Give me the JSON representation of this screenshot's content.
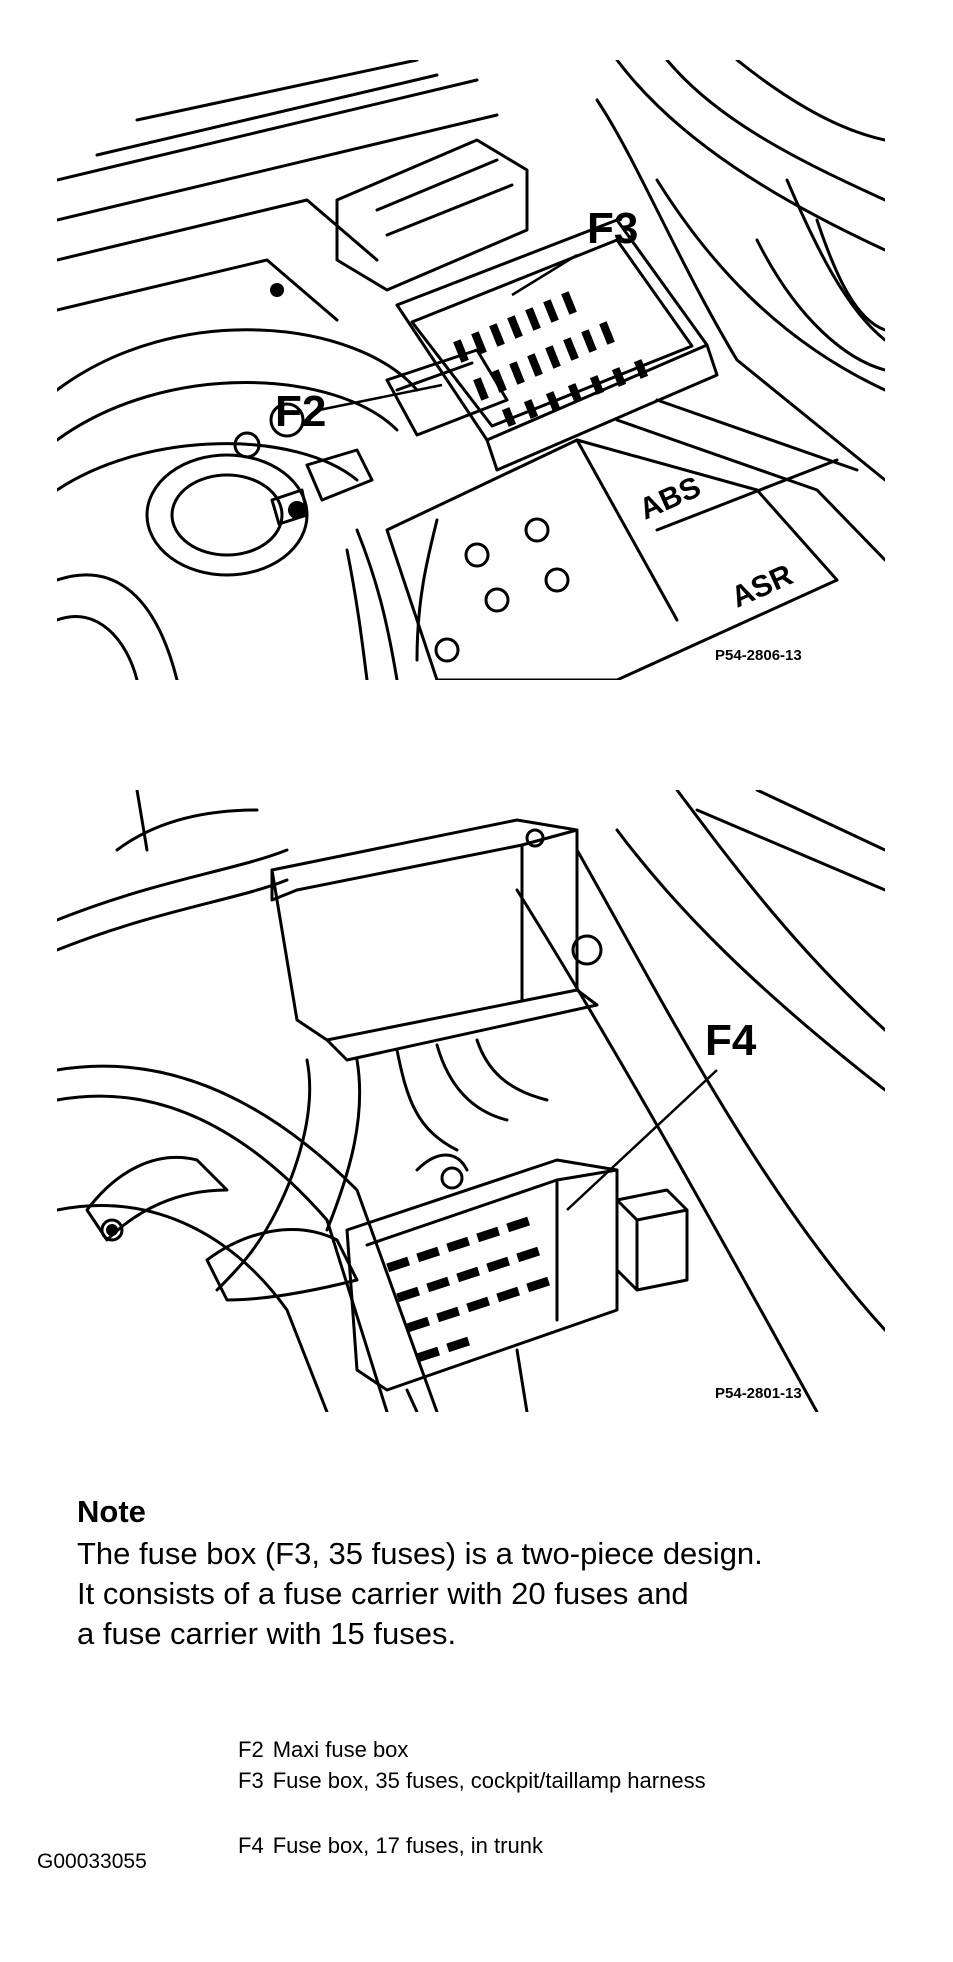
{
  "figure_top": {
    "callouts": {
      "f3": "F3",
      "f2": "F2"
    },
    "tags": {
      "abs": "ABS",
      "asr": "ASR"
    },
    "code": "P54-2806-13"
  },
  "figure_bottom": {
    "callouts": {
      "f4": "F4"
    },
    "code": "P54-2801-13"
  },
  "note": {
    "title": "Note",
    "lines": [
      "The fuse box (F3, 35 fuses) is a two-piece design.",
      "It consists of a fuse carrier with 20 fuses and",
      "a fuse carrier with 15 fuses."
    ]
  },
  "legend": [
    {
      "code": "F2",
      "text": "Maxi fuse box"
    },
    {
      "code": "F3",
      "text": "Fuse box, 35 fuses, cockpit/taillamp harness"
    },
    {
      "code": "F4",
      "text": "Fuse box, 17 fuses, in trunk"
    }
  ],
  "reference": "G00033055"
}
